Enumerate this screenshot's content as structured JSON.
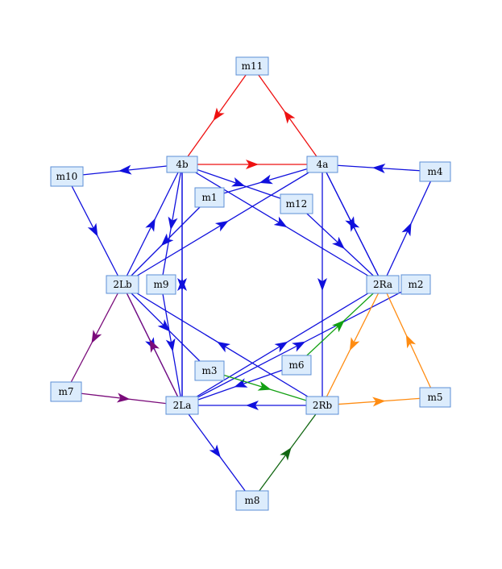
{
  "colors": {
    "blue": "#1010dd",
    "red": "#ee1111",
    "purple": "#7a0b7a",
    "orange": "#ff8c12",
    "green": "#12a012",
    "darkgreen": "#116611",
    "node_fill": "#dcecfc",
    "node_stroke": "#5c8fd6"
  },
  "nodes": [
    {
      "id": "m11",
      "label": "m11"
    },
    {
      "id": "4b",
      "label": "4b"
    },
    {
      "id": "4a",
      "label": "4a"
    },
    {
      "id": "m10",
      "label": "m10"
    },
    {
      "id": "m1",
      "label": "m1"
    },
    {
      "id": "m12",
      "label": "m12"
    },
    {
      "id": "m4",
      "label": "m4"
    },
    {
      "id": "2Lb",
      "label": "2Lb"
    },
    {
      "id": "m9",
      "label": "m9"
    },
    {
      "id": "2Ra",
      "label": "2Ra"
    },
    {
      "id": "m2",
      "label": "m2"
    },
    {
      "id": "m3",
      "label": "m3"
    },
    {
      "id": "m6",
      "label": "m6"
    },
    {
      "id": "m7",
      "label": "m7"
    },
    {
      "id": "2La",
      "label": "2La"
    },
    {
      "id": "2Rb",
      "label": "2Rb"
    },
    {
      "id": "m5",
      "label": "m5"
    },
    {
      "id": "m8",
      "label": "m8"
    }
  ],
  "edges": [
    {
      "from": "m11",
      "to": "4b",
      "color": "red"
    },
    {
      "from": "4a",
      "to": "m11",
      "color": "red"
    },
    {
      "from": "4b",
      "to": "4a",
      "color": "red"
    },
    {
      "from": "4b",
      "to": "m10",
      "color": "blue"
    },
    {
      "from": "m4",
      "to": "4a",
      "color": "blue"
    },
    {
      "from": "m10",
      "to": "2Lb",
      "color": "blue"
    },
    {
      "from": "2Ra",
      "to": "m4",
      "color": "blue"
    },
    {
      "from": "2Lb",
      "to": "4b",
      "color": "blue"
    },
    {
      "from": "2Lb",
      "to": "4a",
      "color": "blue"
    },
    {
      "from": "4b",
      "to": "2Ra",
      "color": "blue"
    },
    {
      "from": "4a",
      "to": "2Ra",
      "color": "blue"
    },
    {
      "from": "2Ra",
      "to": "4a",
      "color": "blue"
    },
    {
      "from": "4a",
      "to": "2Rb",
      "color": "blue"
    },
    {
      "from": "2La",
      "to": "4b",
      "color": "blue"
    },
    {
      "from": "4b",
      "to": "2La",
      "color": "blue"
    },
    {
      "from": "2Lb",
      "to": "2La",
      "color": "blue"
    },
    {
      "from": "2La",
      "to": "2Ra",
      "color": "blue"
    },
    {
      "from": "2La",
      "to": "m8",
      "color": "blue"
    },
    {
      "from": "2Rb",
      "to": "2Lb",
      "color": "blue"
    },
    {
      "from": "2Rb",
      "to": "2La",
      "color": "blue"
    },
    {
      "from": "2La",
      "to": "m2",
      "color": "blue"
    },
    {
      "from": "4a",
      "to": "m1",
      "color": "blue"
    },
    {
      "from": "m1",
      "to": "2Lb",
      "color": "blue"
    },
    {
      "from": "4b",
      "to": "m12",
      "color": "blue"
    },
    {
      "from": "m12",
      "to": "2Ra",
      "color": "blue"
    },
    {
      "from": "4b",
      "to": "m9",
      "color": "blue"
    },
    {
      "from": "m9",
      "to": "2La",
      "color": "blue"
    },
    {
      "from": "2Lb",
      "to": "m3",
      "color": "blue"
    },
    {
      "from": "m6",
      "to": "2La",
      "color": "blue"
    },
    {
      "from": "m3",
      "to": "2Rb",
      "color": "green"
    },
    {
      "from": "m6",
      "to": "2Ra",
      "color": "green"
    },
    {
      "from": "2Ra",
      "to": "2Rb",
      "color": "orange"
    },
    {
      "from": "m5",
      "to": "2Ra",
      "color": "orange"
    },
    {
      "from": "2Rb",
      "to": "m5",
      "color": "orange"
    },
    {
      "from": "m8",
      "to": "2Rb",
      "color": "darkgreen"
    },
    {
      "from": "2Lb",
      "to": "m7",
      "color": "purple"
    },
    {
      "from": "m7",
      "to": "2La",
      "color": "purple"
    },
    {
      "from": "2La",
      "to": "2Lb",
      "color": "purple"
    }
  ]
}
